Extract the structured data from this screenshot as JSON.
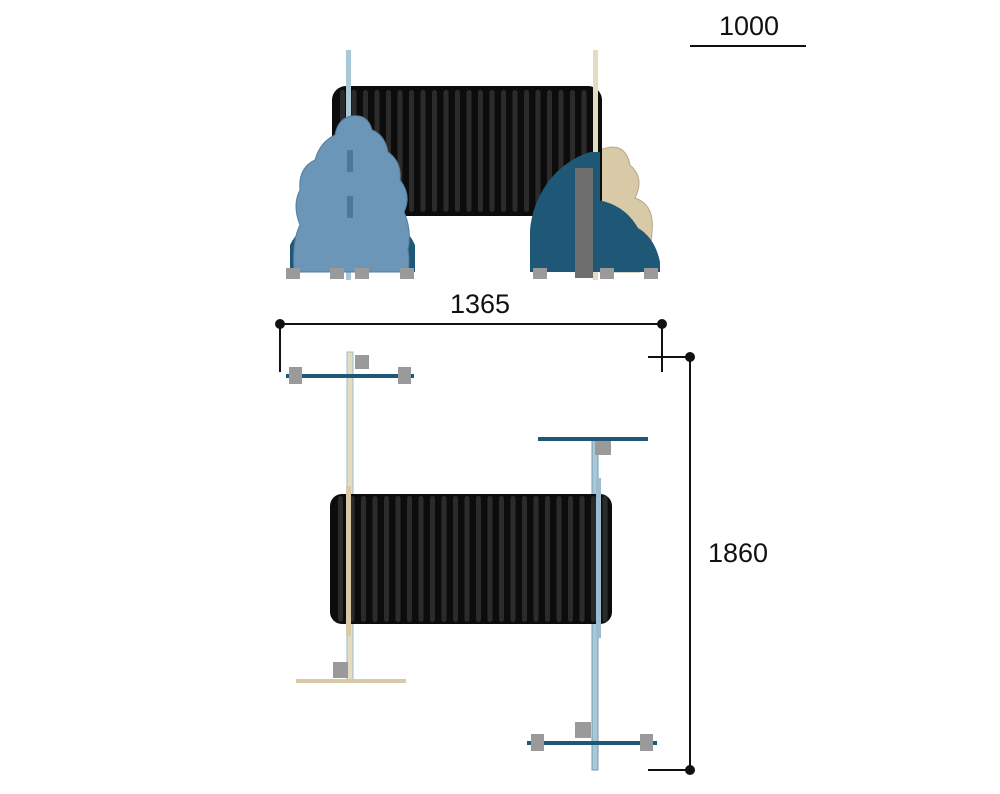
{
  "dimensions": {
    "height_label": "1000",
    "width_label": "1365",
    "length_label": "1860"
  },
  "colors": {
    "tube": "#0c0c0c",
    "tube_rib_light": "#2b2b2b",
    "panel_blue_light": "#6b96b8",
    "panel_blue_dark": "#1f5876",
    "panel_beige": "#d8c9a7",
    "plank_grey": "#6e6e6e",
    "foot_grey": "#9a9a9a",
    "dimension_line": "#111111"
  },
  "views": {
    "front_view": "front-elevation",
    "top_view": "plan-view"
  }
}
